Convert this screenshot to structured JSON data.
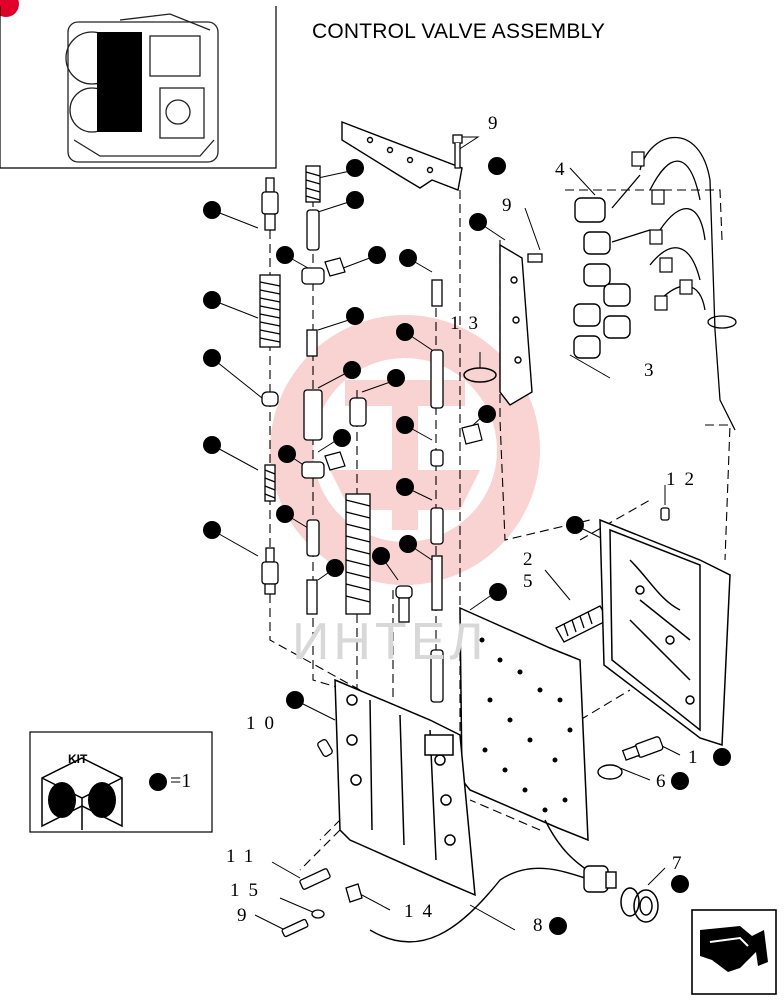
{
  "title": "CONTROL VALVE ASSEMBLY",
  "callouts": {
    "c9a": "9",
    "c4": "4",
    "c9b": "9",
    "c13": "13",
    "c3": "3",
    "c12": "12",
    "c2": "2",
    "c5": "5",
    "c10": "10",
    "c1": "1",
    "c6": "6",
    "c11": "11",
    "c15": "15",
    "c14": "14",
    "c9c": "9",
    "c7": "7",
    "c8": "8"
  },
  "kit": {
    "label": "KIT",
    "equals": "=1"
  },
  "watermark": "ИНТЕЛ",
  "colors": {
    "ink": "#000000",
    "watermark": "#e53935",
    "badge": "#e0002a"
  },
  "icons": {
    "thumbnail": "transmission-thumbnail-icon",
    "kit": "kit-cube-icon",
    "nav": "navigation-arrow-icon"
  }
}
